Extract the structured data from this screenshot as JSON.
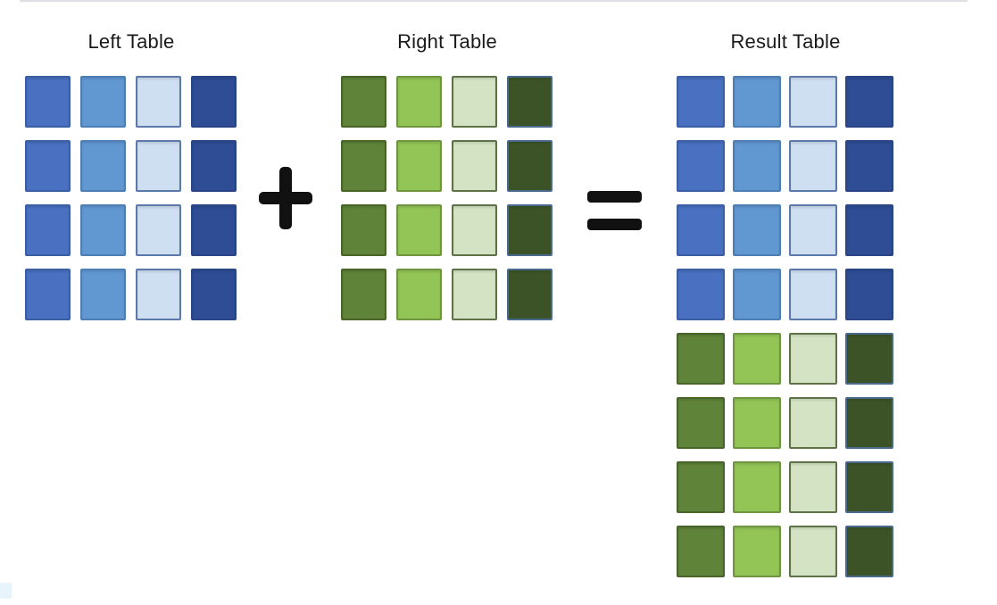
{
  "page": {
    "background": "#ffffff",
    "top_line_color": "#d8dbde",
    "corner_smudge_color": "#e8f4fb",
    "title_text_color": "#1a1a1a",
    "operator_color": "#111111"
  },
  "operators": {
    "plus": "+",
    "equals": "="
  },
  "palette": {
    "blue_fills": [
      "#4a71c1",
      "#6298d2",
      "#cfdff2",
      "#2e4d94"
    ],
    "blue_borders": [
      "#3b5fa5",
      "#4d7fb6",
      "#5b79a9",
      "#2a4585"
    ],
    "green_fills": [
      "#5f8339",
      "#93c456",
      "#d3e3c3",
      "#3b5326"
    ],
    "green_borders": [
      "#48642b",
      "#6e9542",
      "#5e7248",
      "#49698e"
    ]
  },
  "tables": {
    "left": {
      "title": "Left Table",
      "cols": 4,
      "row_colors": [
        "blue",
        "blue",
        "blue",
        "blue"
      ]
    },
    "right": {
      "title": "Right Table",
      "cols": 4,
      "row_colors": [
        "green",
        "green",
        "green",
        "green"
      ]
    },
    "result": {
      "title": "Result Table",
      "cols": 4,
      "row_colors": [
        "blue",
        "blue",
        "blue",
        "blue",
        "green",
        "green",
        "green",
        "green"
      ]
    }
  }
}
